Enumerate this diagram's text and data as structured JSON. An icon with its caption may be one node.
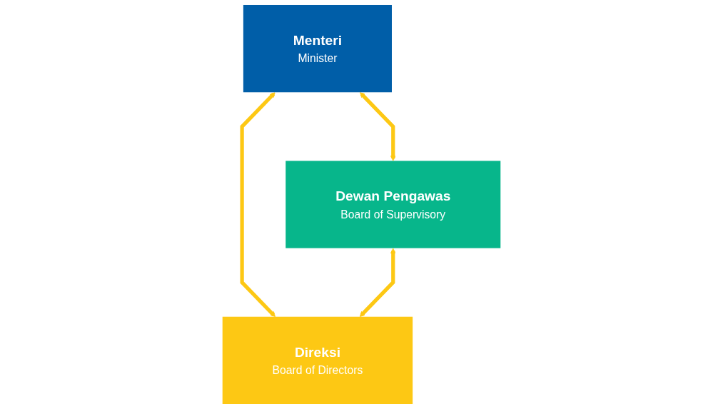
{
  "diagram": {
    "nodes": [
      {
        "text": [
          "Menteri",
          "Minister"
        ]
      },
      {
        "text": [
          "Dewan Pengawas",
          "Board of Supervisory"
        ]
      },
      {
        "text": [
          "Direksi",
          "Board of Directors"
        ]
      }
    ],
    "edges": [
      {
        "from": 0,
        "to": 1,
        "arrow": "both"
      },
      {
        "from": 0,
        "to": 2,
        "arrow": "both"
      },
      {
        "from": 1,
        "to": 2,
        "arrow": "both"
      }
    ]
  }
}
